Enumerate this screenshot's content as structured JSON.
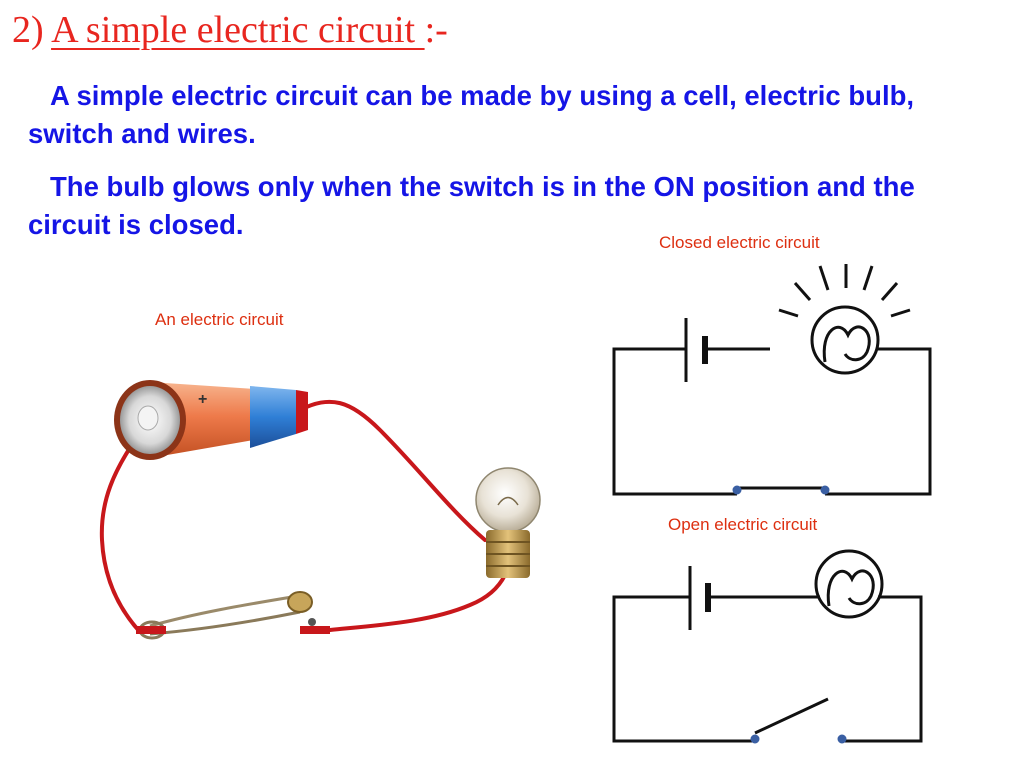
{
  "slide": {
    "title_number": "2)",
    "title_text": "A simple electric circuit ",
    "title_suffix": ":-",
    "paragraph_1": "A simple electric circuit can be made by using a cell, electric bulb, switch and wires.",
    "paragraph_2": "The bulb glows only when the switch is in the ON position and the circuit is closed."
  },
  "figures": {
    "photo_caption": "An electric circuit",
    "closed_caption": "Closed electric circuit",
    "open_caption": "Open electric circuit"
  },
  "colors": {
    "title": "#e8261f",
    "body_text": "#1515e6",
    "caption": "#dd2f10",
    "wire": "#c8171b",
    "circuit_line": "#111111",
    "switch_terminal": "#3a5fa3"
  },
  "icons": [
    "battery-cell-icon",
    "bulb-icon",
    "safety-pin-switch-icon",
    "circuit-bulb-icon",
    "circuit-cell-icon",
    "circuit-switch-icon"
  ]
}
